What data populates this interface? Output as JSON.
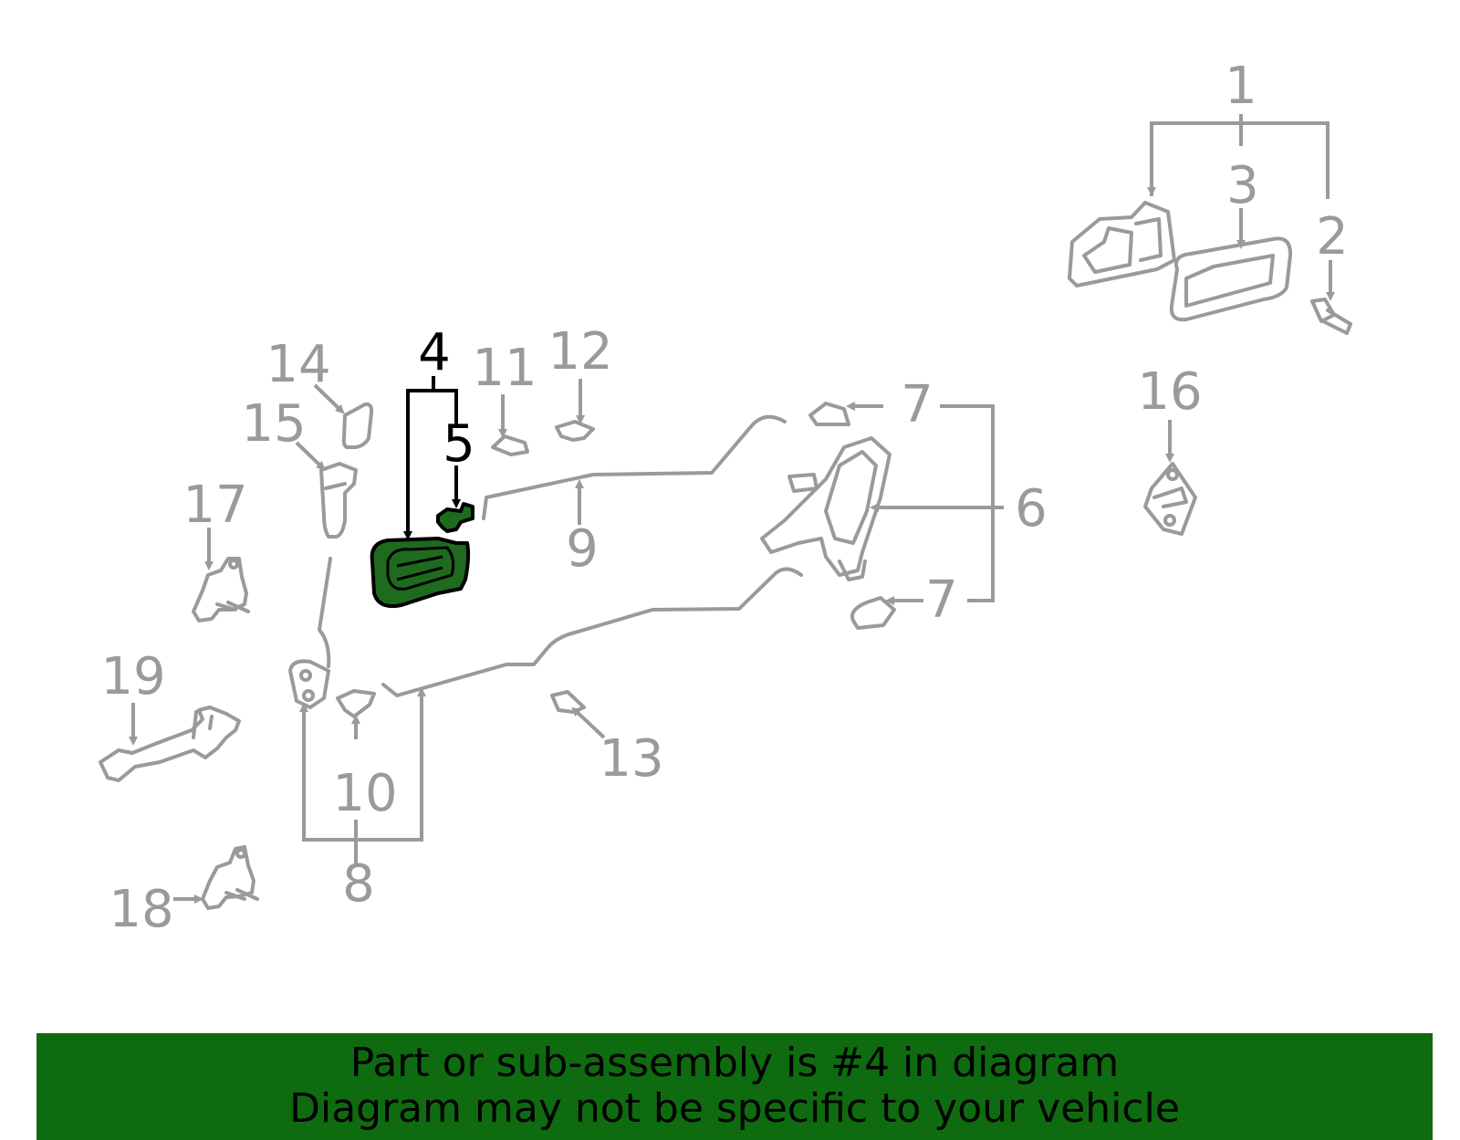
{
  "diagram": {
    "callouts": {
      "c1": "1",
      "c2": "2",
      "c3": "3",
      "c4": "4",
      "c5": "5",
      "c6": "6",
      "c7a": "7",
      "c7b": "7",
      "c8": "8",
      "c9": "9",
      "c10": "10",
      "c11": "11",
      "c12": "12",
      "c13": "13",
      "c14": "14",
      "c15": "15",
      "c16": "16",
      "c17": "17",
      "c18": "18",
      "c19": "19"
    },
    "highlighted_part": "4",
    "colors": {
      "highlight": "#1e6b1e",
      "parts": "#9a9a9a",
      "banner": "#0f6b0f"
    }
  },
  "banner": {
    "line1": "Part or sub-assembly is #4 in diagram",
    "line2": "Diagram may not be specific to your vehicle"
  }
}
